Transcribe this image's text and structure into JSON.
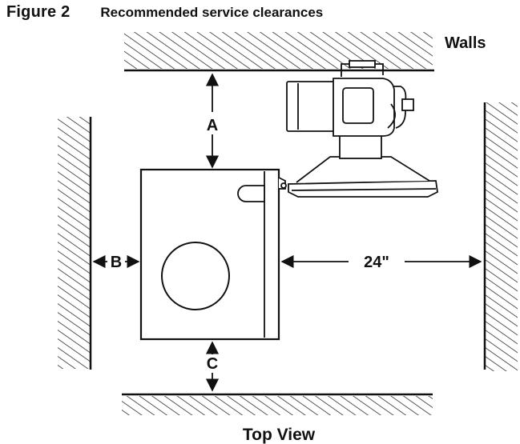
{
  "figure": {
    "number": "Figure 2",
    "caption": "Recommended service clearances"
  },
  "labels": {
    "walls": "Walls",
    "top_view": "Top View",
    "clearance_a": "A",
    "clearance_b": "B",
    "clearance_c": "C",
    "clearance_right": "24\""
  },
  "colors": {
    "ink": "#111111",
    "background": "#ffffff"
  }
}
